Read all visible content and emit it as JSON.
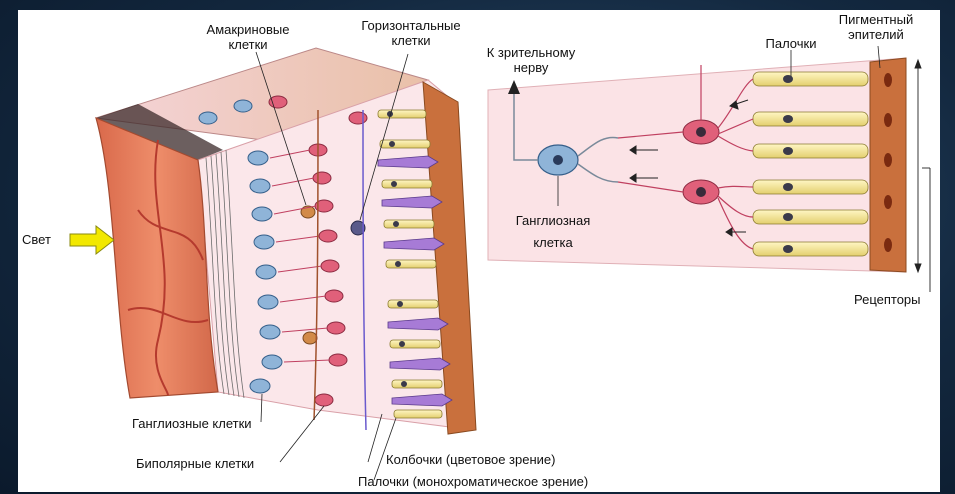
{
  "labels": {
    "amacrine": [
      "Амакриновые",
      "клетки"
    ],
    "horizontal": [
      "Горизонтальные",
      "клетки"
    ],
    "optic_nerve": [
      "К зрительному",
      "нерву"
    ],
    "rods_top": "Палочки",
    "pigment": [
      "Пигментный",
      "эпителий"
    ],
    "light": "Свет",
    "ganglion_cell": [
      "Ганглиозная",
      "клетка"
    ],
    "receptors": "Рецепторы",
    "ganglion_cells": "Ганглиозные клетки",
    "bipolar_cells": "Биполярные клетки",
    "cones": "Колбочки (цветовое зрение)",
    "rods_mono": "Палочки (монохроматическое зрение)"
  },
  "colors": {
    "background": "#13283f",
    "tissue_front": "#e98a6a",
    "tissue_pink": "#fbe3e6",
    "ganglion": "#8fb4d8",
    "bipolar": "#e0607a",
    "rod": "#f2e39a",
    "cone": "#a77bd6",
    "pigment": "#c9703d",
    "arrow": "#f2e800"
  }
}
